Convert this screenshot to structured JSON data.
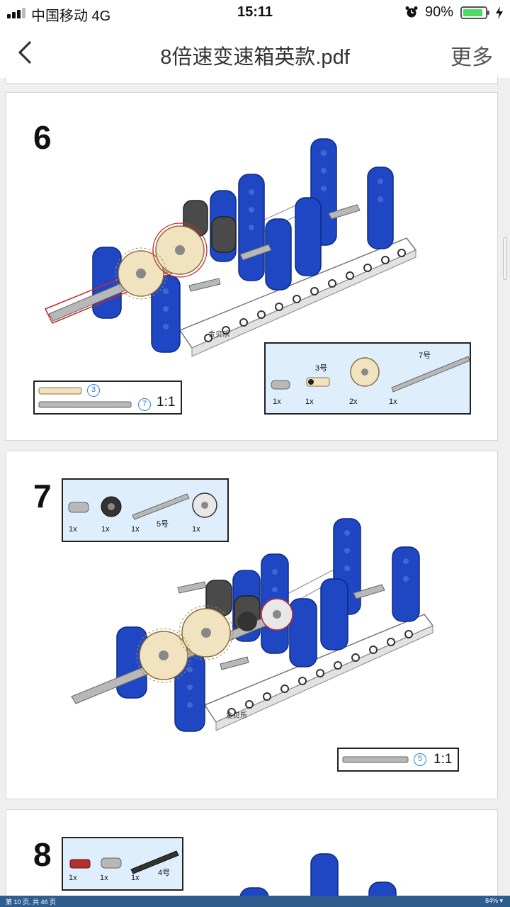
{
  "status_bar": {
    "carrier": "中国移动   4G",
    "time": "15:11",
    "battery_percent": "90%",
    "battery_level": 0.9,
    "icons": [
      "signal-icon",
      "alarm-icon",
      "battery-icon",
      "charging-icon"
    ]
  },
  "nav": {
    "back_icon": "chevron-left-icon",
    "title": "8倍速变速箱英款.pdf",
    "more": "更多"
  },
  "pages": [
    {
      "step": "6",
      "brand": "金贝乐",
      "parts_callout": {
        "items": [
          {
            "qty": "1x",
            "label": ""
          },
          {
            "qty": "1x",
            "label": "3号"
          },
          {
            "qty": "2x",
            "label": ""
          },
          {
            "qty": "1x",
            "label": "7号"
          }
        ]
      },
      "scale_box": {
        "item_a_num": "3",
        "item_b_num": "7",
        "ratio": "1:1"
      }
    },
    {
      "step": "7",
      "brand": "金贝乐",
      "parts_callout": {
        "items": [
          {
            "qty": "1x",
            "label": ""
          },
          {
            "qty": "1x",
            "label": ""
          },
          {
            "qty": "1x",
            "label": "5号"
          },
          {
            "qty": "1x",
            "label": ""
          }
        ]
      },
      "scale_box": {
        "item_a_num": "5",
        "ratio": "1:1"
      }
    },
    {
      "step": "8",
      "parts_callout": {
        "items": [
          {
            "qty": "1x",
            "label": ""
          },
          {
            "qty": "1x",
            "label": ""
          },
          {
            "qty": "1x",
            "label": "4号"
          }
        ]
      }
    }
  ],
  "pdf_bar": {
    "page_info": "第 10 页, 共 46 页",
    "zoom": "84% ▾"
  },
  "colors": {
    "blue_brick": "#1f47c4",
    "tan_gear": "#f2e3c0",
    "bar_blue": "#2f5d8e",
    "callout_bg": "#dfeefc"
  }
}
